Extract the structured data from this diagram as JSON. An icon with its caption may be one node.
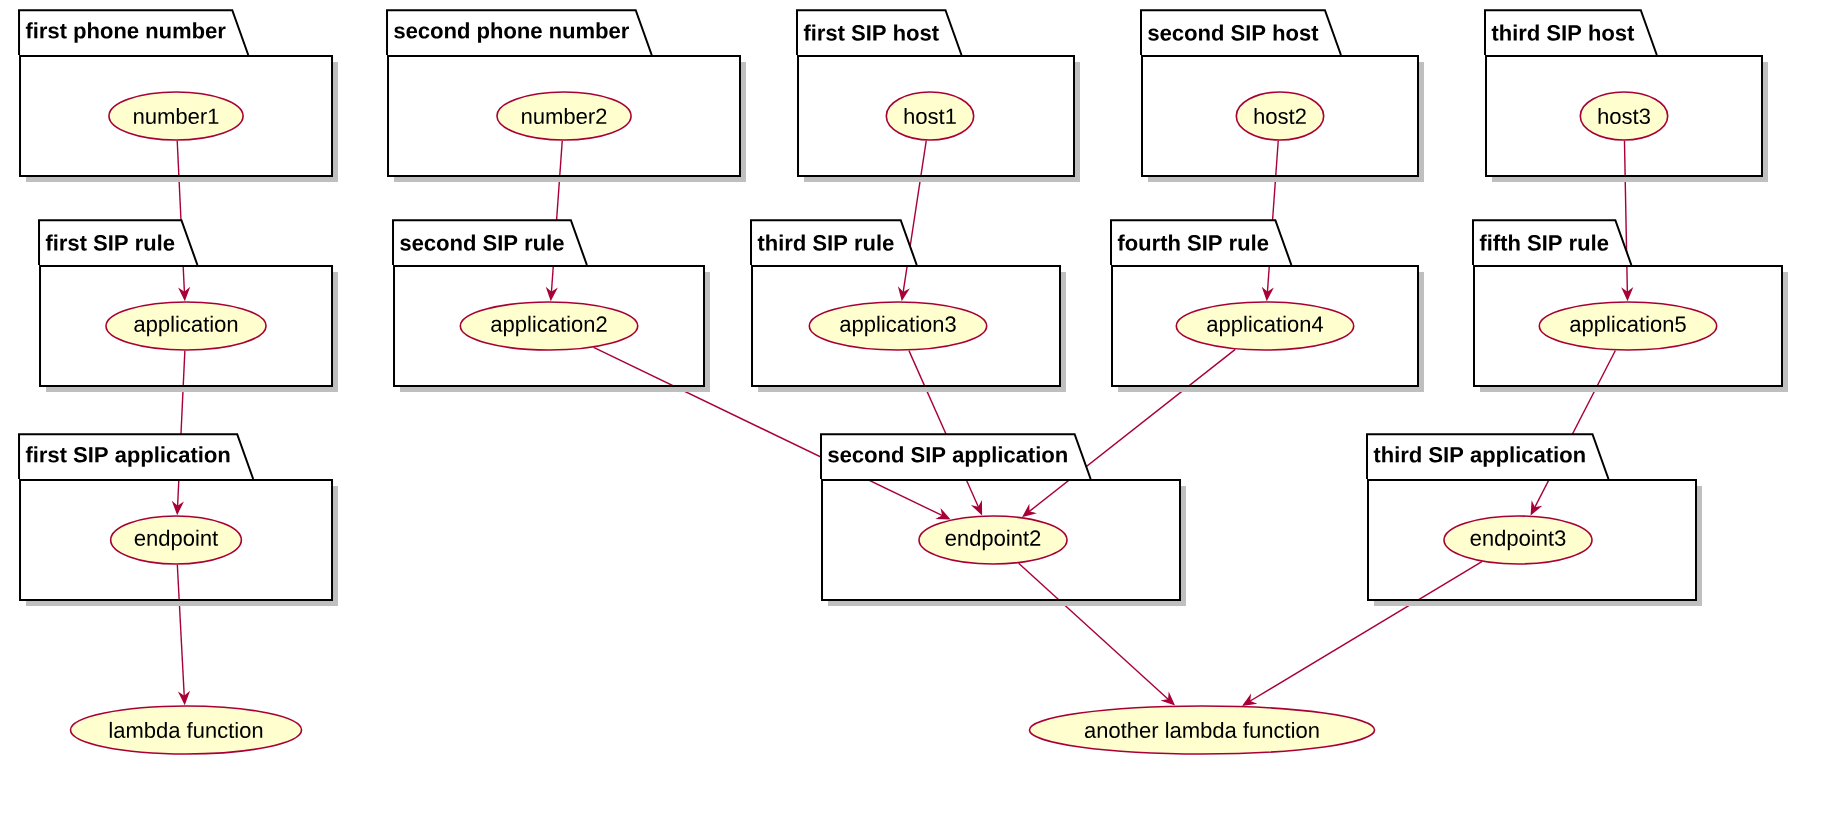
{
  "diagram": {
    "nodes": [
      {
        "text": [
          "first phone number"
        ]
      },
      {
        "text": [
          "number1"
        ],
        "in": 0
      },
      {
        "text": [
          "second phone number"
        ]
      },
      {
        "text": [
          "number2"
        ],
        "in": 2
      },
      {
        "text": [
          "first SIP host"
        ]
      },
      {
        "text": [
          "host1"
        ],
        "in": 4
      },
      {
        "text": [
          "second SIP host"
        ]
      },
      {
        "text": [
          "host2"
        ],
        "in": 6
      },
      {
        "text": [
          "third SIP host"
        ]
      },
      {
        "text": [
          "host3"
        ],
        "in": 8
      },
      {
        "text": [
          "first SIP rule"
        ]
      },
      {
        "text": [
          "application"
        ],
        "in": 10
      },
      {
        "text": [
          "second SIP rule"
        ]
      },
      {
        "text": [
          "application2"
        ],
        "in": 12
      },
      {
        "text": [
          "third SIP rule"
        ]
      },
      {
        "text": [
          "application3"
        ],
        "in": 14
      },
      {
        "text": [
          "fourth SIP rule"
        ]
      },
      {
        "text": [
          "application4"
        ],
        "in": 16
      },
      {
        "text": [
          "fifth SIP rule"
        ]
      },
      {
        "text": [
          "application5"
        ],
        "in": 18
      },
      {
        "text": [
          "first SIP application"
        ]
      },
      {
        "text": [
          "endpoint"
        ],
        "in": 20
      },
      {
        "text": [
          "second SIP application"
        ]
      },
      {
        "text": [
          "endpoint2"
        ],
        "in": 22
      },
      {
        "text": [
          "third SIP application"
        ]
      },
      {
        "text": [
          "endpoint3"
        ],
        "in": 24
      },
      {
        "text": [
          "lambda function"
        ]
      },
      {
        "text": [
          "another lambda function"
        ]
      }
    ],
    "edges": [
      {
        "from": 1,
        "to": 11,
        "arrow": "to"
      },
      {
        "from": 3,
        "to": 13,
        "arrow": "to"
      },
      {
        "from": 5,
        "to": 15,
        "arrow": "to"
      },
      {
        "from": 7,
        "to": 17,
        "arrow": "to"
      },
      {
        "from": 9,
        "to": 19,
        "arrow": "to"
      },
      {
        "from": 11,
        "to": 21,
        "arrow": "to"
      },
      {
        "from": 13,
        "to": 23,
        "arrow": "to"
      },
      {
        "from": 15,
        "to": 23,
        "arrow": "to"
      },
      {
        "from": 17,
        "to": 23,
        "arrow": "to"
      },
      {
        "from": 19,
        "to": 25,
        "arrow": "to"
      },
      {
        "from": 21,
        "to": 26,
        "arrow": "to"
      },
      {
        "from": 23,
        "to": 27,
        "arrow": "to"
      },
      {
        "from": 25,
        "to": 27,
        "arrow": "to"
      }
    ]
  }
}
